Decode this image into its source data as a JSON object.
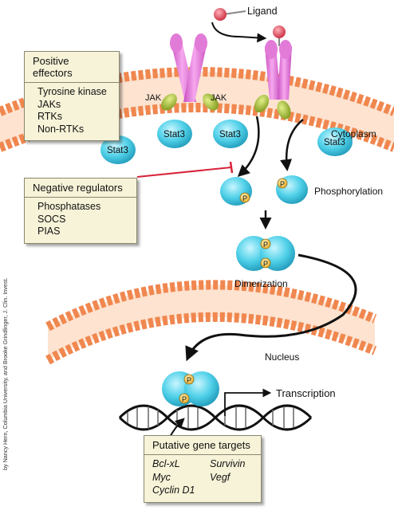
{
  "labels": {
    "ligand": "Ligand",
    "jak_left": "JAK",
    "jak_right": "JAK",
    "cytoplasm": "Cytoplasm",
    "phosphorylation": "Phosphorylation",
    "dimerization": "Dimerization",
    "nucleus": "Nucleus",
    "transcription": "Transcription",
    "stat3": [
      "Stat3",
      "Stat3",
      "Stat3",
      "Stat3"
    ],
    "p": "P"
  },
  "positive_effectors": {
    "title": "Positive effectors",
    "items": [
      "Tyrosine kinase",
      "JAKs",
      "RTKs",
      "Non-RTKs"
    ]
  },
  "negative_regulators": {
    "title": "Negative regulators",
    "items": [
      "Phosphatases",
      "SOCS",
      "PIAS"
    ]
  },
  "gene_targets": {
    "title": "Putative gene targets",
    "items": [
      "Bcl-xL",
      "Survivin",
      "Myc",
      "Vegf",
      "Cyclin D1"
    ]
  },
  "credit": "by Nancy Hern, Columbia University, and Brooke Grindlinger, J. Clin. Invest.",
  "colors": {
    "membrane": "#f29a6a",
    "receptor": "#e27ad8",
    "jak": "#a8c23a",
    "stat": "#4fd0e8",
    "phospho": "#f2c24a",
    "inhibition": "#d8233a"
  }
}
